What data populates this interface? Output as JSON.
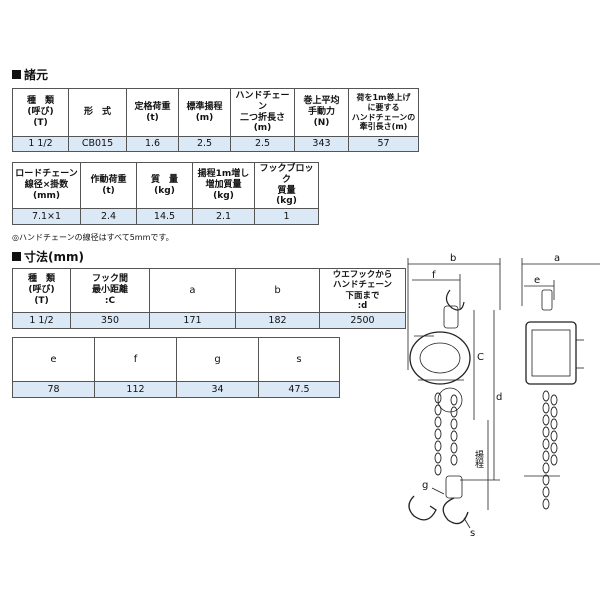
{
  "section1": {
    "title": "諸元"
  },
  "table1": {
    "headers": [
      "種　類\n(呼び)\n(T)",
      "形　式",
      "定格荷重\n(t)",
      "標準揚程\n(m)",
      "ハンドチェーン\n二つ折長さ\n(m)",
      "巻上平均\n手動力\n(N)",
      "荷を1m巻上げ\nに要する\nハンドチェーンの\n牽引長さ(m)"
    ],
    "values": [
      "1 1/2",
      "CB015",
      "1.6",
      "2.5",
      "2.5",
      "343",
      "57"
    ]
  },
  "table2": {
    "headers": [
      "ロードチェーン\n線径×掛数\n(mm)",
      "作動荷重\n(t)",
      "質　量\n(kg)",
      "揚程1m増し\n増加質量\n(kg)",
      "フックブロック\n質量\n(kg)"
    ],
    "values": [
      "7.1×1",
      "2.4",
      "14.5",
      "2.1",
      "1"
    ]
  },
  "note": "◎ハンドチェーンの線径はすべて5mmです。",
  "section2": {
    "title": "寸法(mm)"
  },
  "table3": {
    "headers": [
      "種　類\n(呼び)\n(T)",
      "フック間\n最小距離\n:C",
      "a",
      "b",
      "ウエフックから\nハンドチェーン\n下面まで\n:d"
    ],
    "values": [
      "1 1/2",
      "350",
      "171",
      "182",
      "2500"
    ]
  },
  "table4": {
    "headers": [
      "e",
      "f",
      "g",
      "s"
    ],
    "values": [
      "78",
      "112",
      "34",
      "47.5"
    ]
  },
  "diagram": {
    "labels": {
      "b": "b",
      "f": "f",
      "C": "C",
      "d": "d",
      "lift": "揚程",
      "g": "g",
      "s": "s",
      "a": "a",
      "e": "e"
    }
  }
}
